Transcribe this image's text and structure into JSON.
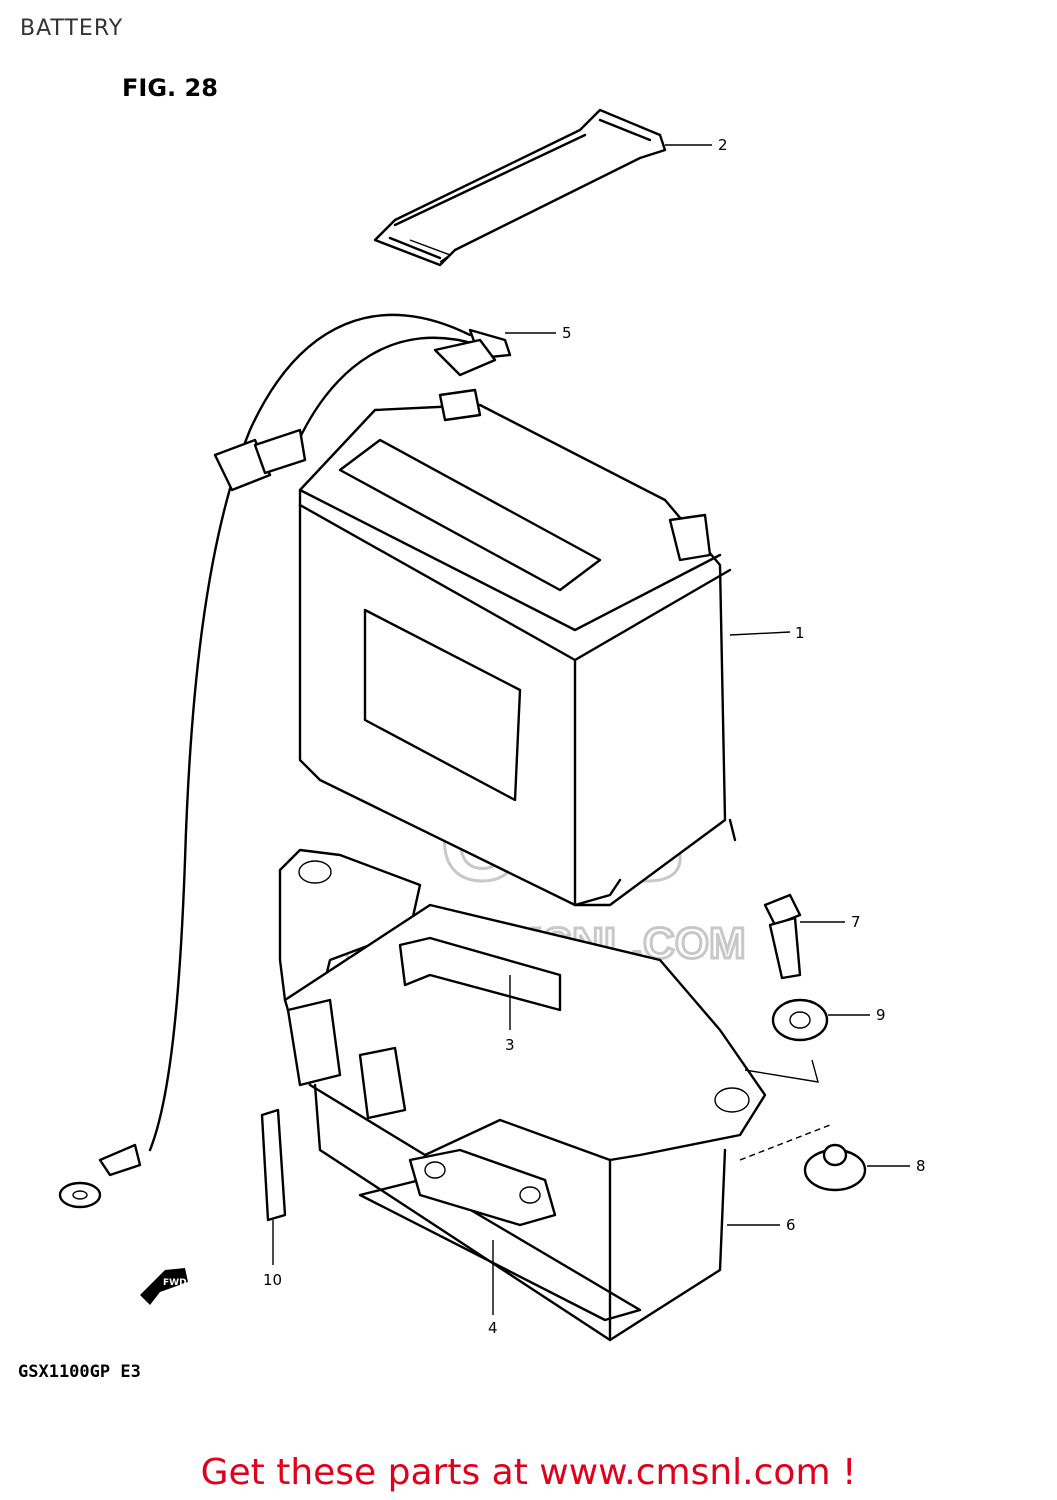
{
  "page_title": "BATTERY",
  "figure_label": "FIG. 28",
  "model_code": "GSX1100GP E3",
  "footer_cta": "Get these parts at www.cmsnl.com !",
  "watermark": {
    "logo_text": "CMS",
    "url_text": "WWW.CMSNL.COM"
  },
  "direction_marker": "FWD",
  "callouts": [
    "1",
    "2",
    "3",
    "4",
    "5",
    "6",
    "7",
    "8",
    "9",
    "10"
  ],
  "colors": {
    "footer": "#e0001b",
    "watermark": "#c8c8c8",
    "line": "#000000"
  }
}
